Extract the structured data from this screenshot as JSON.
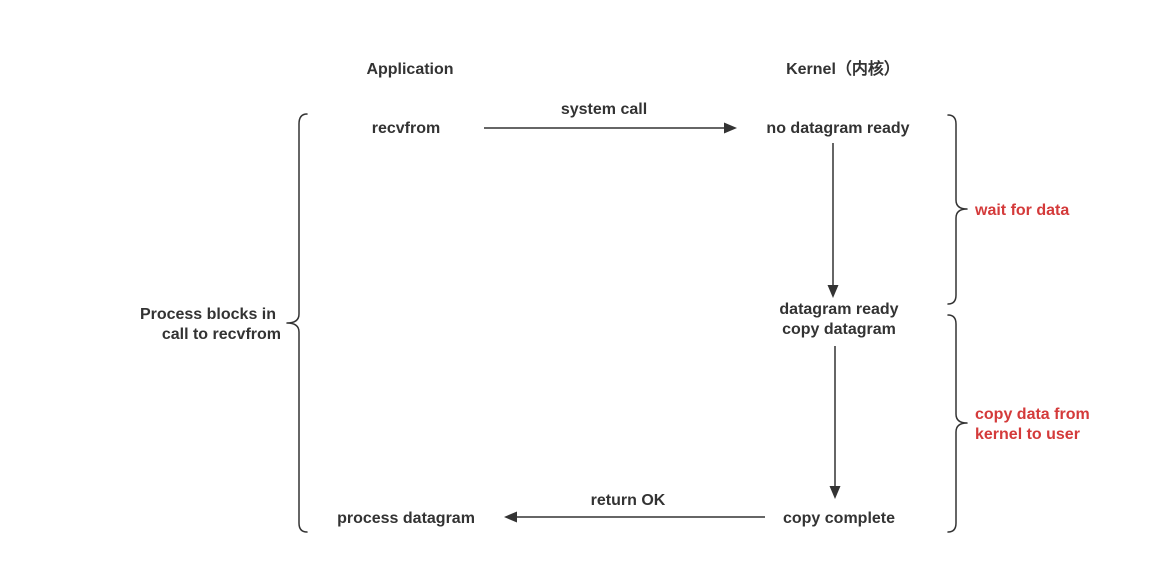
{
  "columns": {
    "application": "Application",
    "kernel": "Kernel（内核）"
  },
  "steps": {
    "recvfrom": "recvfrom",
    "system_call": "system call",
    "no_datagram_ready": "no datagram ready",
    "datagram_ready": "datagram ready",
    "copy_datagram": "copy datagram",
    "copy_complete": "copy complete",
    "return_ok": "return OK",
    "process_datagram": "process datagram"
  },
  "annotations": {
    "process_blocks_line1": "Process blocks in",
    "process_blocks_line2": "call to recvfrom",
    "wait_for_data": "wait for data",
    "copy_data_line1": "copy data from",
    "copy_data_line2": "kernel to user"
  },
  "colors": {
    "text": "#333333",
    "annotation_red": "#d43a3a",
    "background": "#ffffff"
  }
}
